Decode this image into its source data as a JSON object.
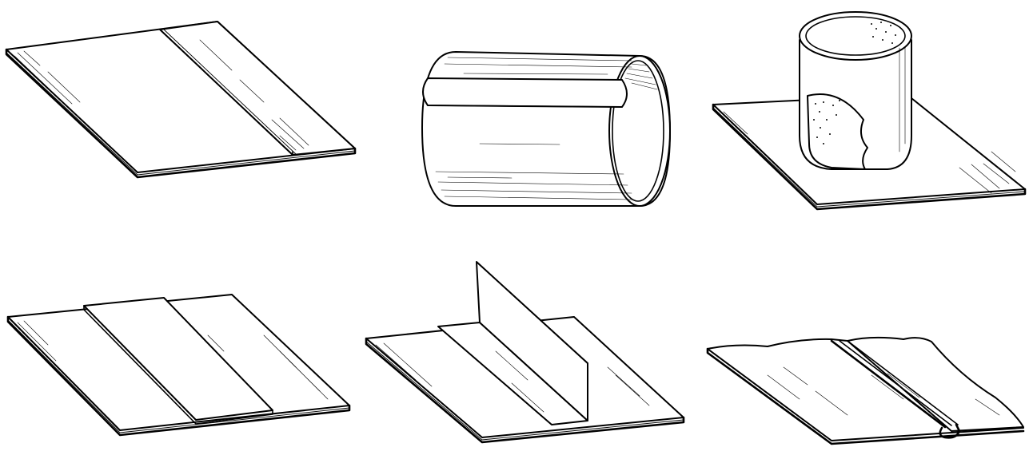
{
  "figures": [
    {
      "id": "lap-joint-sheet",
      "icon": "flat-sheet-with-lapped-strip"
    },
    {
      "id": "cylindrical-lap-seam",
      "icon": "rolled-cylinder-with-lap-seam"
    },
    {
      "id": "tube-to-sheet-joint",
      "icon": "cylinder-standing-on-sheet"
    },
    {
      "id": "double-strap-joint",
      "icon": "sheet-with-overlaid-strap"
    },
    {
      "id": "tee-joint",
      "icon": "sheet-with-upright-fin"
    },
    {
      "id": "folded-seam-joint",
      "icon": "sheet-with-folded-seam"
    }
  ],
  "style": {
    "ink_color": "#000000",
    "background": "#ffffff"
  }
}
